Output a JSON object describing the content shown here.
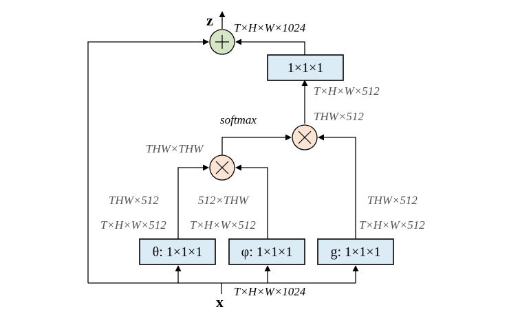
{
  "diagram": {
    "output_var": "z",
    "input_var": "x",
    "boxes": {
      "theta": "θ: 1×1×1",
      "phi": "φ: 1×1×1",
      "g": "g: 1×1×1",
      "out": "1×1×1"
    },
    "labels": {
      "top_shape": "T×H×W×1024",
      "bottom_shape": "T×H×W×1024",
      "out_conv_in": "T×H×W×512",
      "mul2_out": "THW×512",
      "softmax": "softmax",
      "mul1_out": "THW×THW",
      "theta_reshape": "THW×512",
      "theta_shape": "T×H×W×512",
      "phi_reshape": "512×THW",
      "phi_shape": "T×H×W×512",
      "g_reshape": "THW×512",
      "g_shape": "T×H×W×512"
    }
  }
}
